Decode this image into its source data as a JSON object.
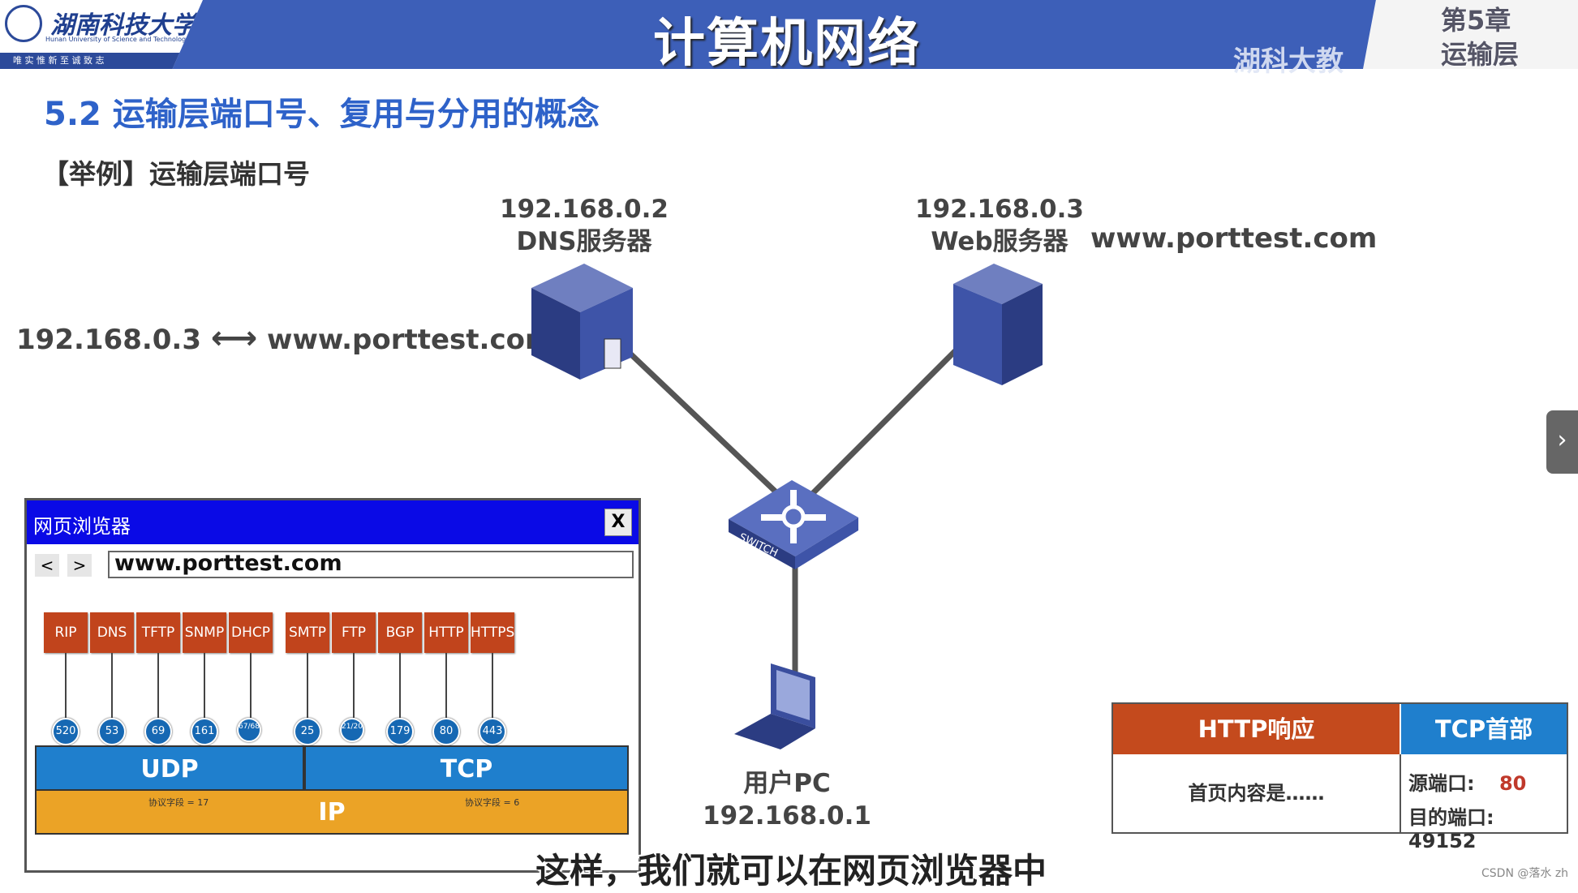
{
  "header": {
    "university_name": "湖南科技大学",
    "university_en": "Hunan University of Science and Technology",
    "motto": "唯 实 惟 新   至 诚 致 志",
    "course_title": "计算机网络",
    "watermark": "湖科大教",
    "chapter_line1": "第5章",
    "chapter_line2": "运输层"
  },
  "slide": {
    "section_title": "5.2 运输层端口号、复用与分用的概念",
    "example_title": "【举例】运输层端口号"
  },
  "network": {
    "dns_ip": "192.168.0.2",
    "dns_label": "DNS服务器",
    "web_ip": "192.168.0.3",
    "web_label": "Web服务器",
    "web_domain": "www.porttest.com",
    "mapping_ip": "192.168.0.3",
    "mapping_arrow": "⟷",
    "mapping_domain": "www.porttest.com",
    "switch_label": "SWITCH",
    "pc_label": "用户PC",
    "pc_ip": "192.168.0.1"
  },
  "browser": {
    "title": "网页浏览器",
    "close": "X",
    "back": "<",
    "forward": ">",
    "address": "www.porttest.com",
    "protocols": [
      {
        "name": "RIP",
        "port": "520"
      },
      {
        "name": "DNS",
        "port": "53"
      },
      {
        "name": "TFTP",
        "port": "69"
      },
      {
        "name": "SNMP",
        "port": "161"
      },
      {
        "name": "DHCP",
        "port": "67/68"
      },
      {
        "name": "SMTP",
        "port": "25"
      },
      {
        "name": "FTP",
        "port": "21/20"
      },
      {
        "name": "BGP",
        "port": "179"
      },
      {
        "name": "HTTP",
        "port": "80"
      },
      {
        "name": "HTTPS",
        "port": "443"
      }
    ],
    "udp_label": "UDP",
    "tcp_label": "TCP",
    "ip_label": "IP",
    "udp_field": "协议字段 = 17",
    "tcp_field": "协议字段 = 6"
  },
  "packet": {
    "http_header": "HTTP响应",
    "tcp_header": "TCP首部",
    "http_body": "首页内容是……",
    "src_port_label": "源端口:",
    "src_port_value": "80",
    "dst_port_label": "目的端口:",
    "dst_port_value": "49152"
  },
  "subtitle": "这样，我们就可以在网页浏览器中",
  "csdn_mark": "CSDN @落水 zh",
  "next_icon": "›",
  "colors": {
    "header_blue": "#3d5fb8",
    "section_blue": "#2e62c9",
    "protocol_red": "#c1441c",
    "transport_blue": "#1f7fcd",
    "ip_orange": "#eba326",
    "browser_title_blue": "#0a0ae6"
  }
}
